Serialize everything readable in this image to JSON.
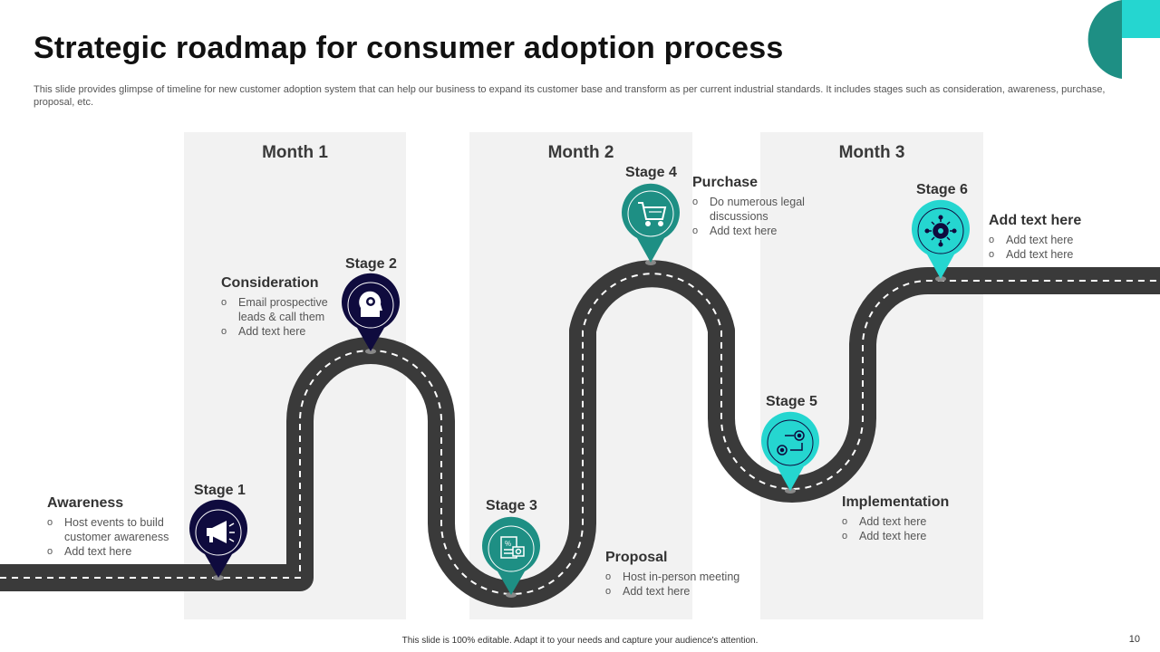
{
  "title": "Strategic roadmap for consumer adoption process",
  "subtitle": "This slide provides glimpse of timeline for new customer adoption system that can help our business to expand its customer base and transform as per current industrial standards. It includes stages such as consideration, awareness, purchase, proposal, etc.",
  "months": [
    "Month 1",
    "Month 2",
    "Month 3"
  ],
  "stages": [
    {
      "label": "Stage 1",
      "heading": "Awareness",
      "bullets": [
        "Host events to build customer awareness",
        "Add text here"
      ],
      "color": "#0f0b3e",
      "icon": "megaphone-icon"
    },
    {
      "label": "Stage 2",
      "heading": "Consideration",
      "bullets": [
        "Email prospective leads & call them",
        "Add text here"
      ],
      "color": "#0f0b3e",
      "icon": "idea-head-icon"
    },
    {
      "label": "Stage 3",
      "heading": "Proposal",
      "bullets": [
        "Host in-person meeting",
        "Add text here"
      ],
      "color": "#1e8f84",
      "icon": "invoice-icon"
    },
    {
      "label": "Stage 4",
      "heading": "Purchase",
      "bullets": [
        "Do numerous legal discussions",
        "Add text here"
      ],
      "color": "#1e8f84",
      "icon": "shopping-cart-icon"
    },
    {
      "label": "Stage 5",
      "heading": "Implementation",
      "bullets": [
        "Add text here",
        "Add text here"
      ],
      "color": "#25d6d0",
      "icon": "process-cycle-icon"
    },
    {
      "label": "Stage 6",
      "heading": "Add text here",
      "bullets": [
        "Add text here",
        "Add text here"
      ],
      "color": "#25d6d0",
      "icon": "gear-network-icon"
    }
  ],
  "footer": "This slide is 100% editable. Adapt it to your needs and capture your audience's attention.",
  "page_number": "10",
  "colors": {
    "road": "#3a3a3a",
    "dark_navy": "#0f0b3e",
    "teal": "#1e8f84",
    "cyan": "#25d6d0",
    "column_bg": "#f2f2f2"
  }
}
